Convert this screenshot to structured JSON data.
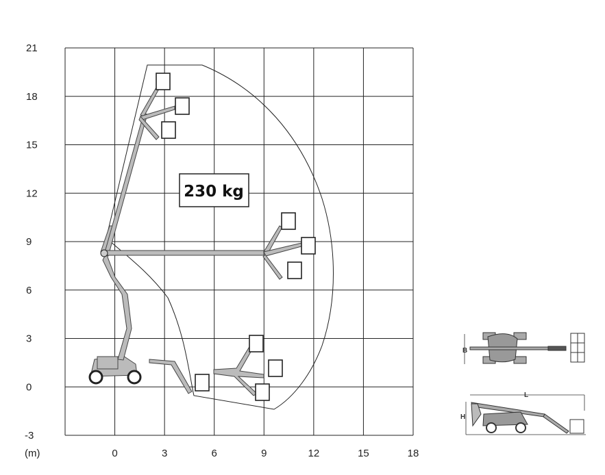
{
  "diagram": {
    "capacity_label": "230 kg",
    "unit_label": "(m)",
    "x_ticks": [
      "0",
      "3",
      "6",
      "9",
      "12",
      "15",
      "18"
    ],
    "x_tick_values": [
      0,
      3,
      6,
      9,
      12,
      15,
      18
    ],
    "y_ticks": [
      "21",
      "18",
      "15",
      "12",
      "9",
      "6",
      "3",
      "0",
      "-3"
    ],
    "y_tick_values": [
      21,
      18,
      15,
      12,
      9,
      6,
      3,
      0,
      -3
    ],
    "x_range": [
      -3,
      18
    ],
    "y_range": [
      -3,
      21
    ],
    "dimension_labels": {
      "width": "B",
      "length": "L",
      "height": "H"
    }
  }
}
